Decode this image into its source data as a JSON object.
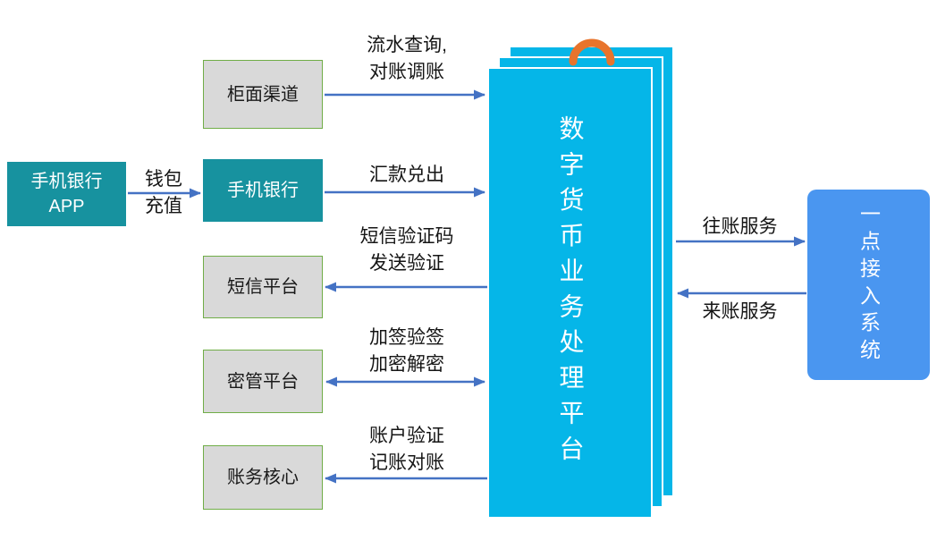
{
  "colors": {
    "teal_node": "#17929F",
    "gray_node_fill": "#D9D9D9",
    "gray_node_border": "#70AD47",
    "platform_cyan": "#05B6E8",
    "access_blue": "#4A96F0",
    "arrow_blue": "#4472C4",
    "loop_orange": "#E8742C"
  },
  "icons": {
    "platform_loop": "orange-loop-arrow-icon"
  },
  "nodes": {
    "app": {
      "line1": "手机银行",
      "line2": "APP"
    },
    "counter": {
      "label": "柜面渠道"
    },
    "mobile": {
      "label": "手机银行"
    },
    "sms": {
      "label": "短信平台"
    },
    "key": {
      "label": "密管平台"
    },
    "accounting": {
      "label": "账务核心"
    },
    "platform": {
      "title": "数字货币业务处理平台"
    },
    "access": {
      "title": "一点接入系统"
    }
  },
  "flows": {
    "wallet": {
      "line1": "钱包",
      "line2": "充值"
    },
    "counter_to_platform": {
      "line1": "流水查询,",
      "line2": "对账调账"
    },
    "mobile_to_platform": {
      "line1": "汇款兑出"
    },
    "platform_to_sms": {
      "line1": "短信验证码",
      "line2": "发送验证"
    },
    "key_with_platform": {
      "line1": "加签验签",
      "line2": "加密解密"
    },
    "platform_to_accounting": {
      "line1": "账户验证",
      "line2": "记账对账"
    },
    "outgoing": {
      "label": "往账服务"
    },
    "incoming": {
      "label": "来账服务"
    }
  }
}
